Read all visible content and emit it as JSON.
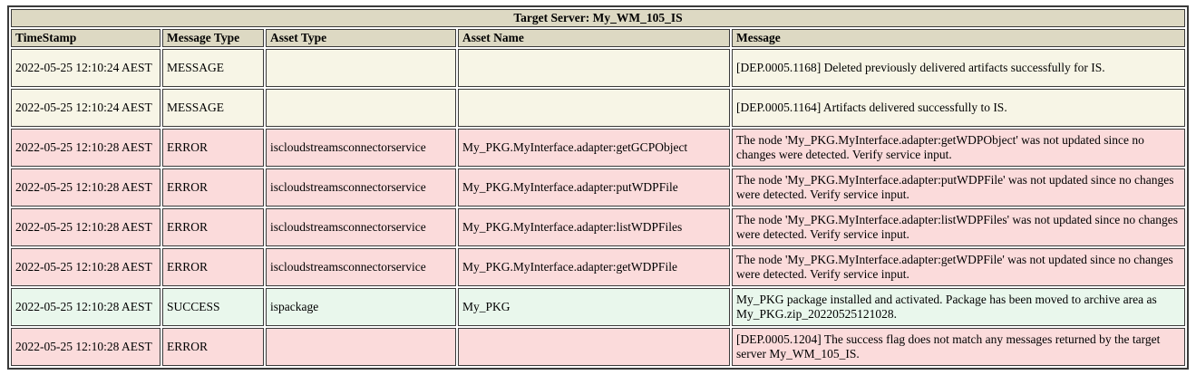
{
  "title": "Target Server: My_WM_105_IS",
  "columns": {
    "timestamp": "TimeStamp",
    "message_type": "Message Type",
    "asset_type": "Asset Type",
    "asset_name": "Asset Name",
    "message": "Message"
  },
  "colors": {
    "header_bg": "#ddd9c3",
    "border_color": "#3a3a3a",
    "message_bg": "#f7f5e6",
    "error_bg": "#fbdbdb",
    "success_bg": "#e9f7ec"
  },
  "row_colors": {
    "MESSAGE": "#f7f5e6",
    "ERROR": "#fbdbdb",
    "SUCCESS": "#e9f7ec"
  },
  "rows": [
    {
      "timestamp": "2022-05-25 12:10:24 AEST",
      "message_type": "MESSAGE",
      "asset_type": "",
      "asset_name": "",
      "message": "[DEP.0005.1168] Deleted previously delivered artifacts successfully for IS."
    },
    {
      "timestamp": "2022-05-25 12:10:24 AEST",
      "message_type": "MESSAGE",
      "asset_type": "",
      "asset_name": "",
      "message": "[DEP.0005.1164] Artifacts delivered successfully to IS."
    },
    {
      "timestamp": "2022-05-25 12:10:28 AEST",
      "message_type": "ERROR",
      "asset_type": "iscloudstreamsconnectorservice",
      "asset_name": "My_PKG.MyInterface.adapter:getGCPObject",
      "message": "The node 'My_PKG.MyInterface.adapter:getWDPObject' was not updated since no changes were detected. Verify service input."
    },
    {
      "timestamp": "2022-05-25 12:10:28 AEST",
      "message_type": "ERROR",
      "asset_type": "iscloudstreamsconnectorservice",
      "asset_name": "My_PKG.MyInterface.adapter:putWDPFile",
      "message": "The node 'My_PKG.MyInterface.adapter:putWDPFile' was not updated since no changes were detected. Verify service input."
    },
    {
      "timestamp": "2022-05-25 12:10:28 AEST",
      "message_type": "ERROR",
      "asset_type": "iscloudstreamsconnectorservice",
      "asset_name": "My_PKG.MyInterface.adapter:listWDPFiles",
      "message": "The node 'My_PKG.MyInterface.adapter:listWDPFiles' was not updated since no changes were detected. Verify service input."
    },
    {
      "timestamp": "2022-05-25 12:10:28 AEST",
      "message_type": "ERROR",
      "asset_type": "iscloudstreamsconnectorservice",
      "asset_name": "My_PKG.MyInterface.adapter:getWDPFile",
      "message": "The node 'My_PKG.MyInterface.adapter:getWDPFile' was not updated since no changes were detected. Verify service input."
    },
    {
      "timestamp": "2022-05-25 12:10:28 AEST",
      "message_type": "SUCCESS",
      "asset_type": "ispackage",
      "asset_name": "My_PKG",
      "message": "My_PKG package installed and activated. Package has been moved to archive area as My_PKG.zip_20220525121028."
    },
    {
      "timestamp": "2022-05-25 12:10:28 AEST",
      "message_type": "ERROR",
      "asset_type": "",
      "asset_name": "",
      "message": "[DEP.0005.1204] The success flag does not match any messages returned by the target server My_WM_105_IS."
    }
  ]
}
